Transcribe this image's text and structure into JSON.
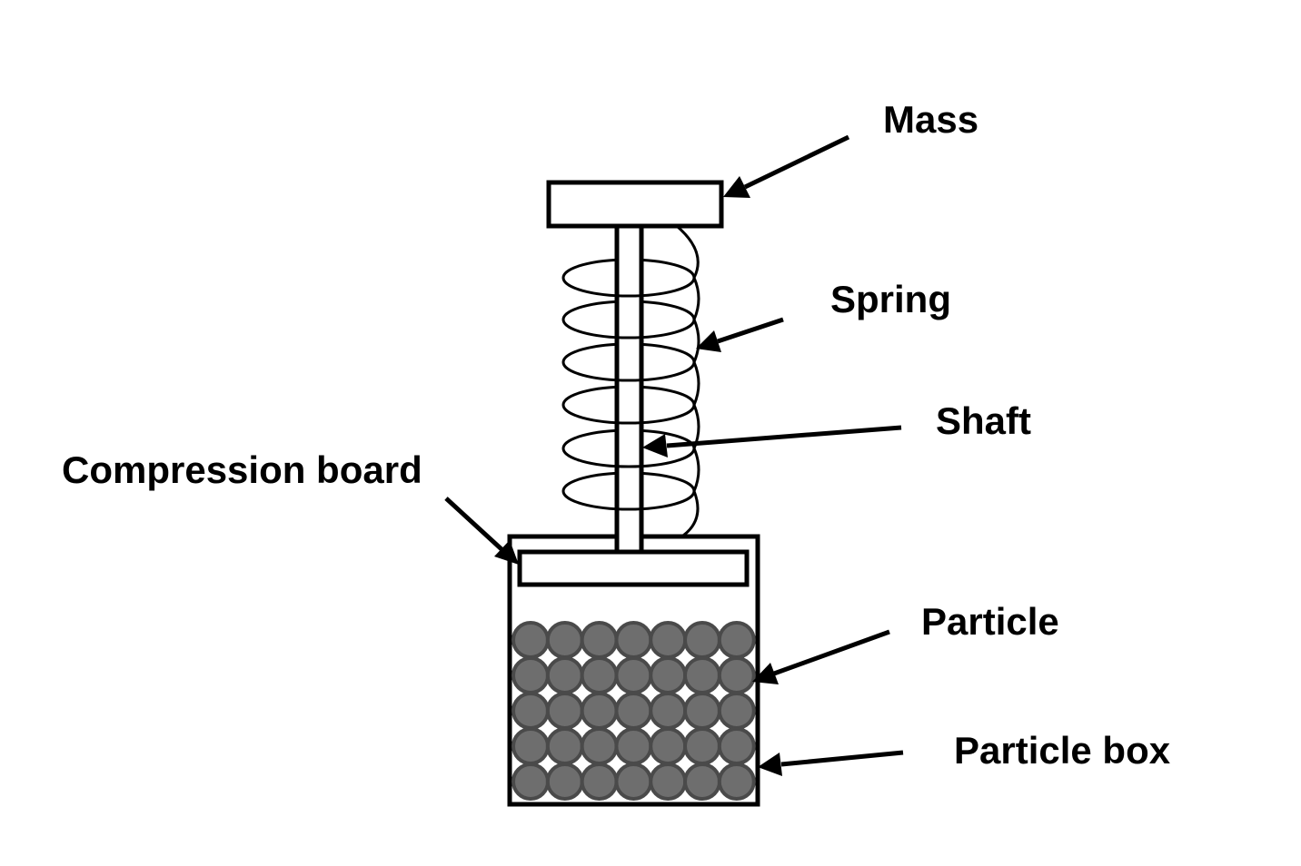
{
  "labels": {
    "mass": "Mass",
    "spring": "Spring",
    "shaft": "Shaft",
    "compression_board": "Compression board",
    "particle": "Particle",
    "particle_box": "Particle box"
  },
  "particle_grid": {
    "rows": 5,
    "columns": 7
  },
  "colors": {
    "particle_fill": "#6e6e6e",
    "particle_stroke": "#4a4a4a",
    "line": "#000000",
    "background": "#ffffff"
  }
}
